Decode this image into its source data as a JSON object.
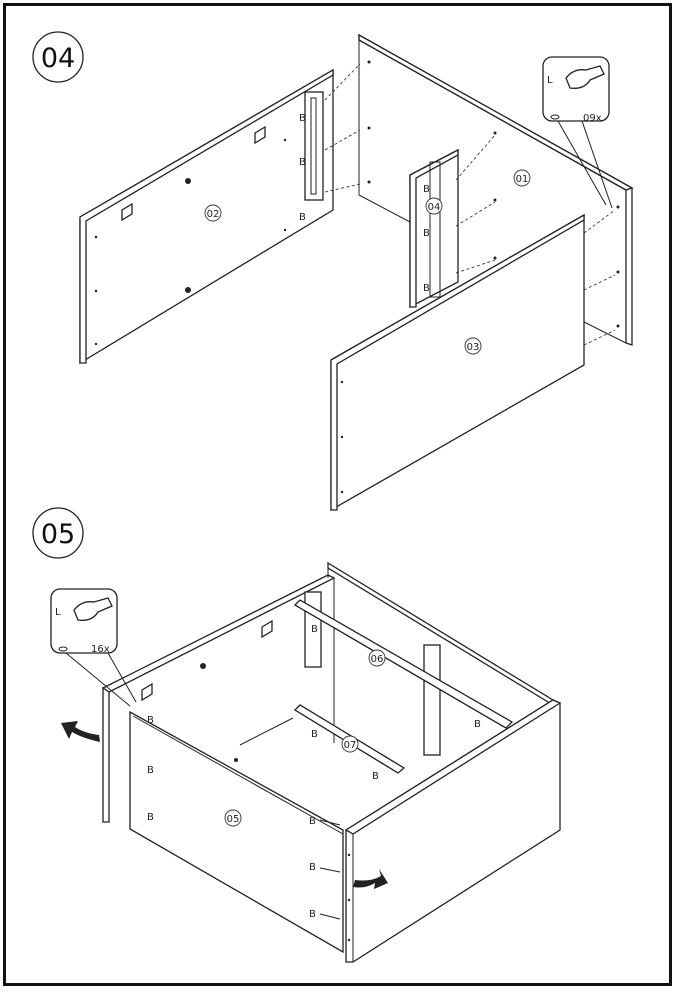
{
  "steps": [
    {
      "number": "04",
      "parts": [
        "01",
        "02",
        "03",
        "04"
      ],
      "fastener_letter": "B",
      "detail": {
        "tool_letter": "L",
        "count": "09x"
      }
    },
    {
      "number": "05",
      "parts": [
        "05",
        "06",
        "07"
      ],
      "fastener_letter": "B",
      "detail": {
        "tool_letter": "L",
        "count": "16x"
      }
    }
  ]
}
